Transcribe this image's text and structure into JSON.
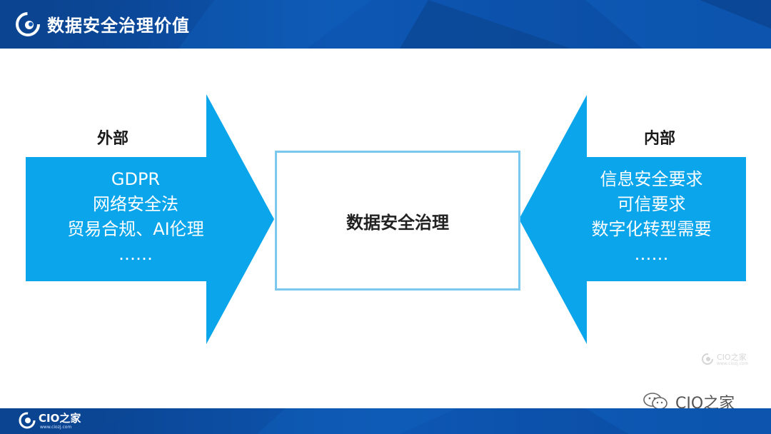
{
  "header": {
    "title": "数据安全治理价值",
    "logo_icon": "cio-logo-icon"
  },
  "left": {
    "label": "外部",
    "lines": [
      "GDPR",
      "网络安全法",
      "贸易合规、AI伦理",
      "……"
    ]
  },
  "center": {
    "label": "数据安全治理"
  },
  "right": {
    "label": "内部",
    "lines": [
      "信息安全要求",
      "可信要求",
      "数字化转型需要",
      "……"
    ]
  },
  "watermark_small": {
    "brand": "CIO之家",
    "url": "www.ciozj.com"
  },
  "watermark_wechat": {
    "icon": "wechat-icon",
    "text": "CIO之家"
  },
  "footer": {
    "brand": "CIO之家",
    "url": "www.ciozj.com"
  },
  "colors": {
    "header_blue": "#0d57b3",
    "arrow_blue": "#0aa5ea",
    "box_border": "#7ac8ee"
  }
}
